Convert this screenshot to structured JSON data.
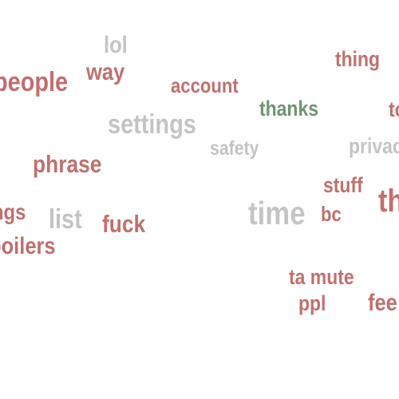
{
  "colors": {
    "red": "#c0706e",
    "gray": "#c4c4c4",
    "green": "#6e9470",
    "background": "#ffffff"
  },
  "words": {
    "lol": {
      "text": "lol",
      "color": "#c4c4c4"
    },
    "way": {
      "text": "way",
      "color": "#c0706e"
    },
    "people": {
      "text": "people",
      "color": "#c0706e"
    },
    "account": {
      "text": "account",
      "color": "#c0706e"
    },
    "thing": {
      "text": "thing",
      "color": "#c0706e"
    },
    "thanks": {
      "text": "thanks",
      "color": "#6e9470"
    },
    "to": {
      "text": "to",
      "color": "#c0706e"
    },
    "settings": {
      "text": "settings",
      "color": "#c4c4c4"
    },
    "safety": {
      "text": "safety",
      "color": "#c4c4c4"
    },
    "privacy": {
      "text": "privacy",
      "color": "#c4c4c4"
    },
    "phrase": {
      "text": "phrase",
      "color": "#c0706e"
    },
    "stuff": {
      "text": "stuff",
      "color": "#c0706e"
    },
    "th": {
      "text": "th",
      "color": "#c0706e"
    },
    "ngs": {
      "text": "ngs",
      "color": "#c0706e"
    },
    "list": {
      "text": "list",
      "color": "#c4c4c4"
    },
    "fuck": {
      "text": "fuck",
      "color": "#c0706e"
    },
    "time": {
      "text": "time",
      "color": "#c4c4c4"
    },
    "bc": {
      "text": "bc",
      "color": "#c0706e"
    },
    "poilers": {
      "text": "poilers",
      "color": "#c0706e"
    },
    "tamute": {
      "text": "ta mute",
      "color": "#c0706e"
    },
    "ppl": {
      "text": "ppl",
      "color": "#c0706e"
    },
    "fee": {
      "text": "fee",
      "color": "#c0706e"
    }
  }
}
